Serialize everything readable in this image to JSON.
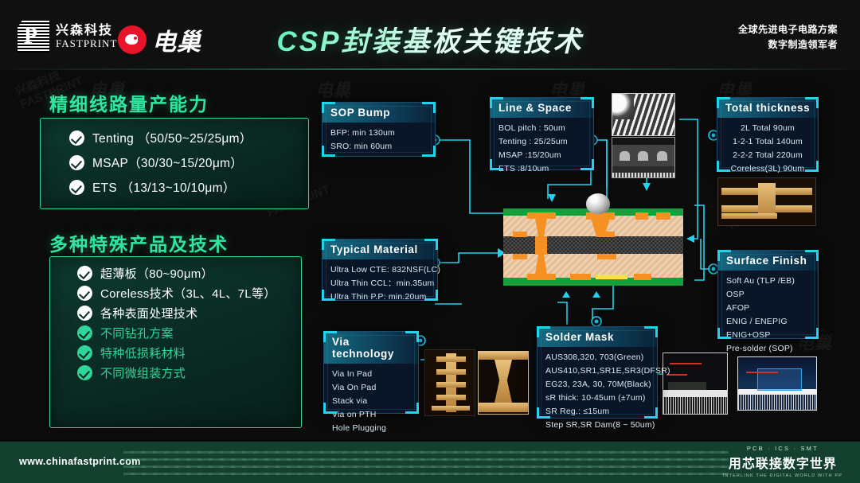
{
  "header": {
    "title": "CSP封装基板关键技术",
    "tagline_line1": "全球先进电子电路方案",
    "tagline_line2": "数字制造领军者",
    "logo_fastprint_cn": "兴森科技",
    "logo_fastprint_en": "FASTPRINT",
    "logo_fastprint_mark": "P",
    "logo_dianchao": "电巢"
  },
  "sections": [
    {
      "heading": "精细线路量产能力",
      "items": [
        {
          "text": "Tenting （50/50~25/25μm）",
          "style": "white"
        },
        {
          "text": "MSAP（30/30~15/20μm）",
          "style": "white"
        },
        {
          "text": "ETS （13/13~10/10μm）",
          "style": "white"
        }
      ]
    },
    {
      "heading": "多种特殊产品及技术",
      "items": [
        {
          "text": "超薄板（80~90μm）",
          "style": "white"
        },
        {
          "text": "Coreless技术（3L、4L、7L等）",
          "style": "white"
        },
        {
          "text": "各种表面处理技术",
          "style": "white"
        },
        {
          "text": "不同钻孔方案",
          "style": "green"
        },
        {
          "text": "特种低损耗材料",
          "style": "green"
        },
        {
          "text": "不同微组装方式",
          "style": "green"
        }
      ]
    }
  ],
  "cards": [
    {
      "id": "sop-bump",
      "title": "SOP Bump",
      "lines": [
        "BFP: min 130um",
        "SRO: min 60um"
      ]
    },
    {
      "id": "line-space",
      "title": "Line & Space",
      "lines": [
        "BOL pitch : 50um",
        "Tenting : 25/25um",
        "MSAP :15/20um",
        "ETS :8/10um"
      ]
    },
    {
      "id": "total-thickness",
      "title": "Total thickness",
      "lines": [
        "2L   Total   90um",
        "1-2-1   Total   140um",
        "2-2-2   Total   220um",
        "Coreless(3L)  90um"
      ]
    },
    {
      "id": "typical-material",
      "title": "Typical Material",
      "lines": [
        "Ultra Low CTE: 832NSF(LC)",
        "Ultra Thin CCL：min.35um",
        "Ultra Thin P.P: min.20um"
      ]
    },
    {
      "id": "surface-finish",
      "title": "Surface Finish",
      "lines": [
        "Soft Au (TLP /EB)",
        "OSP",
        "AFOP",
        "ENIG / ENEPIG",
        "ENIG+OSP",
        "Pre-solder (SOP)"
      ]
    },
    {
      "id": "via-technology",
      "title": "Via technology",
      "lines": [
        "Via In Pad",
        "Via On Pad",
        "Stack via",
        "Via on PTH",
        "Hole Plugging"
      ]
    },
    {
      "id": "solder-mask",
      "title": "Solder Mask",
      "lines": [
        "AUS308,320, 703(Green)",
        "AUS410,SR1,SR1E,SR3(DFSR)",
        "EG23, 23A, 30, 70M(Black)",
        "sR thick: 10-45um (±7um)",
        "SR Reg.: ≤15um",
        "Step SR,SR Dam(8 ~ 50um)"
      ]
    }
  ],
  "photos": [
    {
      "id": "sem-traces",
      "label": "fine-line-sem-micrograph"
    },
    {
      "id": "sem-section",
      "label": "trace-cross-section-micrograph"
    },
    {
      "id": "via-copper",
      "label": "copper-via-cross-section"
    },
    {
      "id": "via-stack-left",
      "label": "stacked-via-cross-section"
    },
    {
      "id": "via-stack-right",
      "label": "via-dimension-measurement"
    },
    {
      "id": "solder-dark",
      "label": "solder-mask-measurement-dark"
    },
    {
      "id": "solder-blue",
      "label": "solder-mask-measurement-blue"
    }
  ],
  "diagram": {
    "label": "csp-substrate-cross-section",
    "colors": {
      "solder_mask": "#15a03c",
      "dielectric": "#e8c49f",
      "core": "#3a3a3a",
      "copper": "#f59023",
      "solder_ball": "#c8c8c8",
      "accent": "#22d3ee"
    }
  },
  "footer": {
    "url": "www.chinafastprint.com",
    "right_small": "PCB · ICS · SMT",
    "right_main": "用芯联接数字世界",
    "right_sub": "INTERLINK THE DIGITAL WORLD WITH PP"
  },
  "watermarks": {
    "dianchao": "电巢",
    "fastprint_cn": "兴森科技",
    "fastprint_en": "FASTPRINT"
  }
}
